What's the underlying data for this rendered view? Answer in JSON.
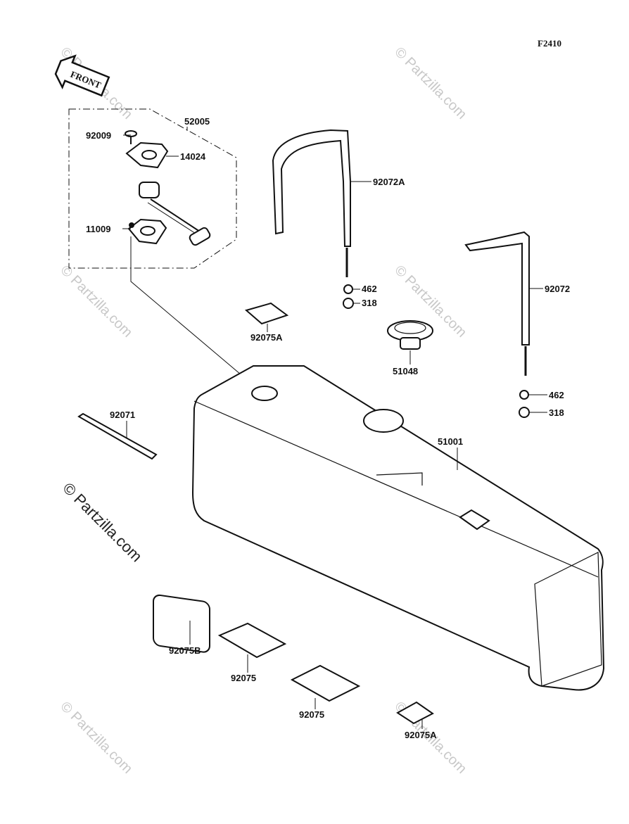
{
  "figure_code": "F2410",
  "front_arrow_label": "FRONT",
  "watermark_text": "© Partzilla.com",
  "parts": {
    "p52005": "52005",
    "p92009": "92009",
    "p14024": "14024",
    "p11009": "11009",
    "p92072A": "92072A",
    "p462a": "462",
    "p318a": "318",
    "p92075A_top": "92075A",
    "p51048": "51048",
    "p92072": "92072",
    "p462b": "462",
    "p318b": "318",
    "p92071": "92071",
    "p51001": "51001",
    "p92075B": "92075B",
    "p92075_1": "92075",
    "p92075_2": "92075",
    "p92075A_bottom": "92075A"
  }
}
